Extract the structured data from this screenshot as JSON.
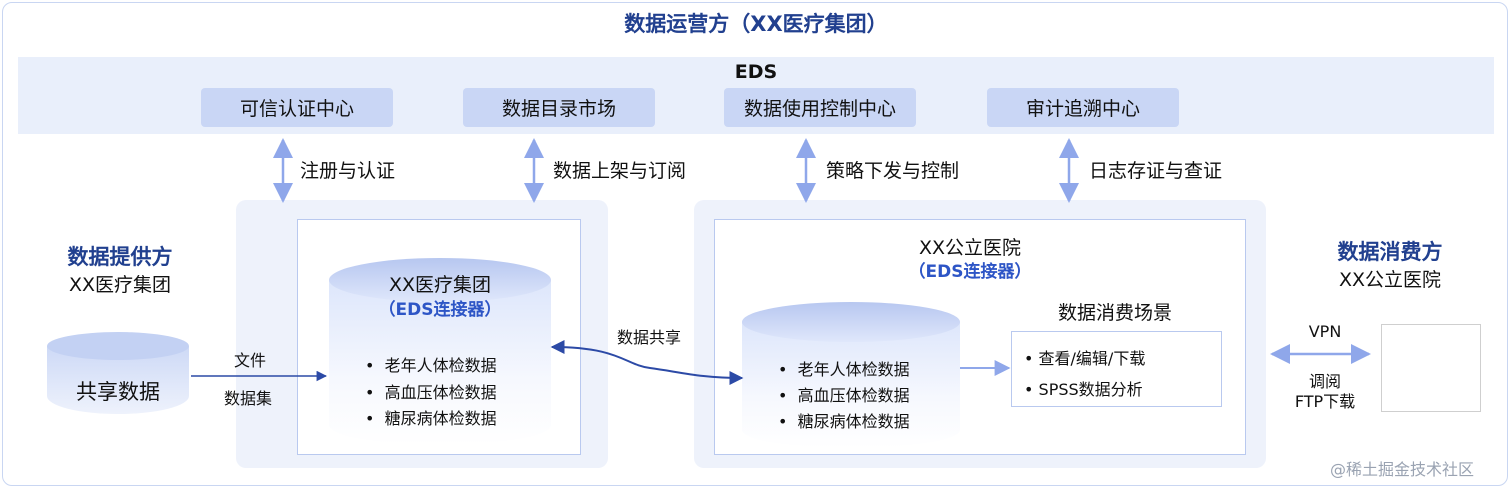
{
  "title": "数据运营方（XX医疗集团）",
  "eds": {
    "label": "EDS",
    "services": [
      "可信认证中心",
      "数据目录市场",
      "数据使用控制中心",
      "审计追溯中心"
    ],
    "links": [
      "注册与认证",
      "数据上架与订阅",
      "策略下发与控制",
      "日志存证与查证"
    ]
  },
  "provider": {
    "title": "数据提供方",
    "name": "XX医疗集团"
  },
  "consumer": {
    "title": "数据消费方",
    "name": "XX公立医院"
  },
  "shared_data": "共享数据",
  "file_labels": [
    "文件",
    "数据集"
  ],
  "provider_connector": {
    "title": "XX医疗集团",
    "subtitle": "（EDS连接器）",
    "items": [
      "老年人体检数据",
      "高血压体检数据",
      "糖尿病体检数据"
    ]
  },
  "share_label": "数据共享",
  "consumer_connector": {
    "title": "XX公立医院",
    "subtitle": "（EDS连接器）",
    "items": [
      "老年人体检数据",
      "高血压体检数据",
      "糖尿病体检数据"
    ]
  },
  "scene": {
    "title": "数据消费场景",
    "items": [
      "查看/编辑/下载",
      "SPSS数据分析"
    ]
  },
  "vpn_label": "VPN",
  "access_labels": [
    "调阅",
    "FTP下载"
  ],
  "watermark": "@稀土掘金技术社区",
  "colors": {
    "accent": "#21408f",
    "connector_sub": "#2d55c6",
    "arrow": "#8fa7ea",
    "service_bg": "#c9d6f5",
    "band_bg": "#e9effb"
  }
}
